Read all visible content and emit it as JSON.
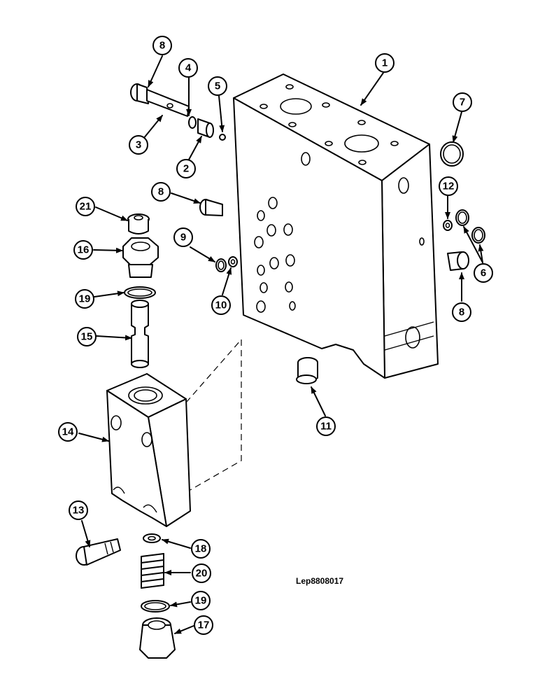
{
  "diagram": {
    "reference_code": "Lep8808017",
    "callouts": [
      "1",
      "2",
      "3",
      "4",
      "5",
      "6",
      "7",
      "8",
      "8",
      "8",
      "9",
      "10",
      "11",
      "12",
      "13",
      "14",
      "15",
      "16",
      "17",
      "18",
      "19",
      "19",
      "20",
      "21"
    ]
  }
}
